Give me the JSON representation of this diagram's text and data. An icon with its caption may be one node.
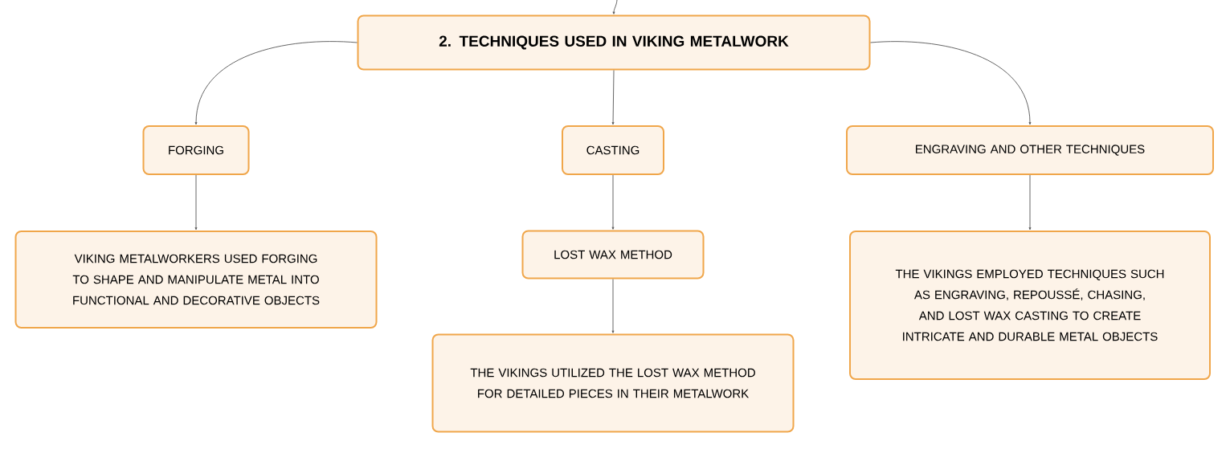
{
  "diagram": {
    "nodes": [
      {
        "text": [
          "2. TECHNIQUES USED IN VIKING METALWORK"
        ]
      },
      {
        "text": [
          "FORGING"
        ]
      },
      {
        "text": [
          "VIKING METALWORKERS USED FORGING TO SHAPE AND MANIPULATE METAL INTO FUNCTIONAL AND DECORATIVE OBJECTS"
        ]
      },
      {
        "text": [
          "CASTING"
        ]
      },
      {
        "text": [
          "LOST WAX METHOD"
        ]
      },
      {
        "text": [
          "THE VIKINGS UTILIZED THE LOST WAX METHOD FOR DETAILED PIECES IN THEIR METALWORK"
        ]
      },
      {
        "text": [
          "ENGRAVING AND OTHER TECHNIQUES"
        ]
      },
      {
        "text": [
          "THE VIKINGS EMPLOYED TECHNIQUES SUCH AS ENGRAVING, REPOUSSÉ, CHASING, AND LOST WAX CASTING TO CREATE INTRICATE AND DURABLE METAL OBJECTS"
        ]
      }
    ],
    "edges": [
      {
        "from": null,
        "to": 0,
        "arrow": "to"
      },
      {
        "from": 0,
        "to": 1,
        "arrow": "to"
      },
      {
        "from": 0,
        "to": 3,
        "arrow": "to"
      },
      {
        "from": 0,
        "to": 6,
        "arrow": "to"
      },
      {
        "from": 1,
        "to": 2,
        "arrow": "to"
      },
      {
        "from": 3,
        "to": 4,
        "arrow": "to"
      },
      {
        "from": 4,
        "to": 5,
        "arrow": "to"
      },
      {
        "from": 6,
        "to": 7,
        "arrow": "to"
      }
    ]
  }
}
